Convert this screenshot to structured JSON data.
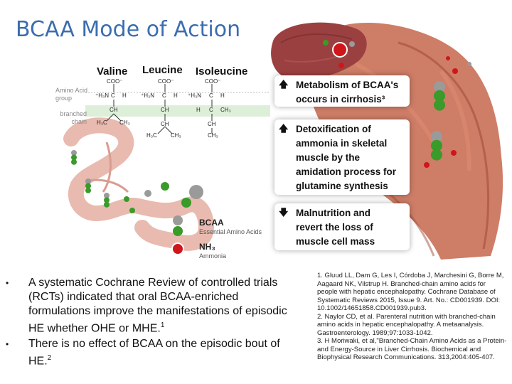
{
  "title": "BCAA Mode of Action",
  "diagram": {
    "amino_acids": [
      "Valine",
      "Leucine",
      "Isoleucine"
    ],
    "side_labels": {
      "amino_acid_group": "Amino Acid\ngroup",
      "branched_chain": "branched\nchain"
    },
    "formula_text": {
      "coo": "COO⁻",
      "ch": "CH",
      "ch3": "CH₃",
      "h3c": "H₃C",
      "h": "H",
      "c": "C",
      "h3n": "⁺H₃N"
    },
    "legend": {
      "bcaa_label": "BCAA",
      "bcaa_sub": "Essential Amino Acids",
      "nh3_label": "NH₃",
      "nh3_sub": "Ammonia"
    },
    "boxes": [
      {
        "arrow": "🡅",
        "text": "Metabolism of BCAA's\noccurs in cirrhosis³"
      },
      {
        "arrow": "🡅",
        "text": "Detoxification of\nammonia in skeletal\nmuscle by the\namidation process for\nglutamine synthesis"
      },
      {
        "arrow": "🡇",
        "text": "Malnutrition and\nrevert the loss of\nmuscle cell mass"
      }
    ],
    "colors": {
      "bcaa_green": "#3a9a2a",
      "bcaa_grey": "#9a9a9a",
      "ammonia_red": "#d0161b",
      "liver": "#9b4040",
      "muscle": "#c96f55",
      "gut": "#e7b2a6",
      "title_blue": "#3b6db0"
    }
  },
  "bullets": [
    {
      "text": "A systematic Cochrane Review of controlled trials (RCTs) indicated that oral BCAA-enriched formulations improve the manifestations of episodic HE whether OHE or MHE.",
      "sup": "1"
    },
    {
      "text": "There is no effect of BCAA on the episodic bout of HE.",
      "sup": "2"
    }
  ],
  "references": [
    "1. Gluud LL, Dam G, Les I, Córdoba J, Marchesini G, Borre M, Aagaard NK, Vilstrup H. Branched-chain amino acids for people with hepatic encephalopathy. Cochrane Database of Systematic Reviews 2015, Issue 9. Art. No.: CD001939. DOI: 10.1002/14651858.CD001939.pub3.",
    "2. Naylor CD, et al. Parenteral nutrition with branched-chain amino acids in hepatic encephalopathy. A metaanalysis. Gastroenterology. 1989;97:1033-1042.",
    "3. H Moriwaki, et al,\"Branched-Chain Amino Acids as a Protein- and Energy-Source in Liver Cirrhosis. Biochemical and Biophysical Research Communications. 313,2004:405-407."
  ]
}
